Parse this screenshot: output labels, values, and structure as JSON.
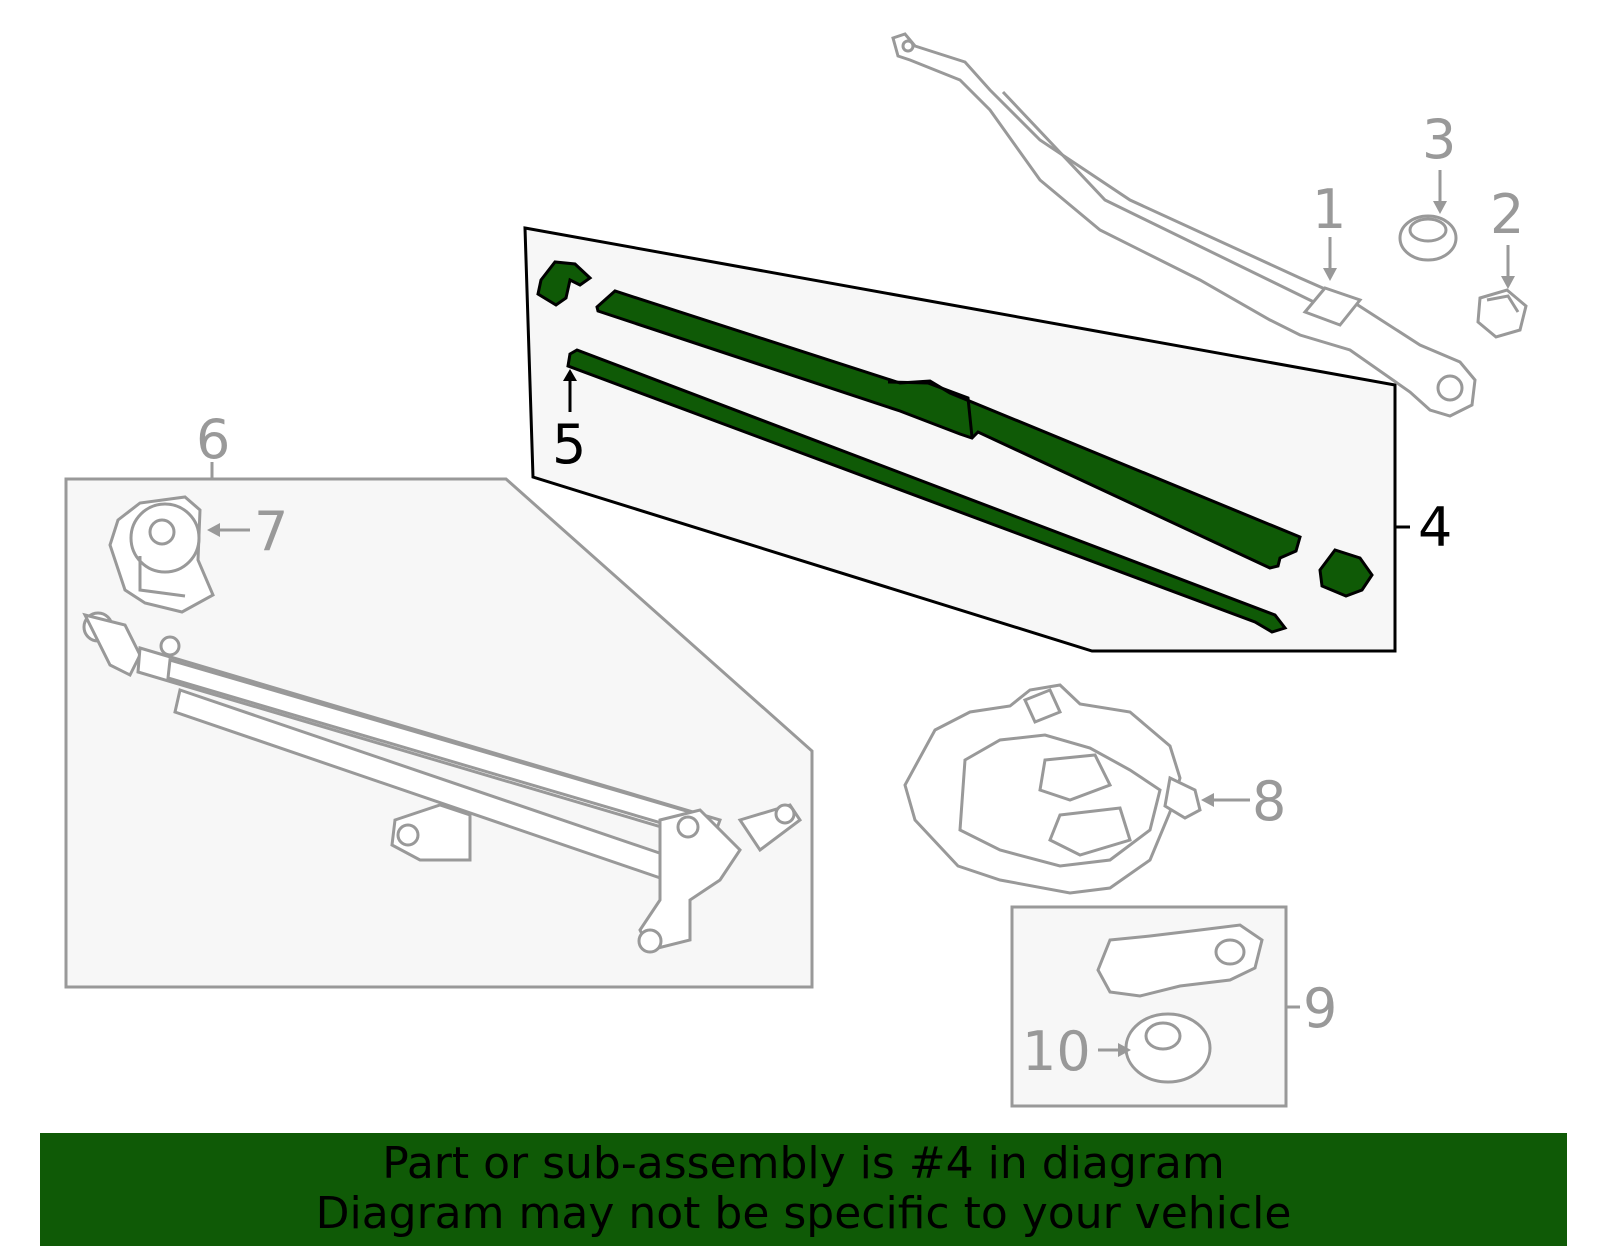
{
  "diagram": {
    "callouts": {
      "c1": "1",
      "c2": "2",
      "c3": "3",
      "c4": "4",
      "c5": "5",
      "c6": "6",
      "c7": "7",
      "c8": "8",
      "c9": "9",
      "c10": "10"
    },
    "colors": {
      "highlight_fill": "#0f5a06",
      "part_stroke": "#999999",
      "box_fill": "#f7f7f7",
      "active_text": "#000000",
      "inactive_text": "#999999"
    }
  },
  "banner": {
    "line1": "Part or sub-assembly is #4 in diagram",
    "line2": "Diagram may not be specific to your vehicle"
  }
}
